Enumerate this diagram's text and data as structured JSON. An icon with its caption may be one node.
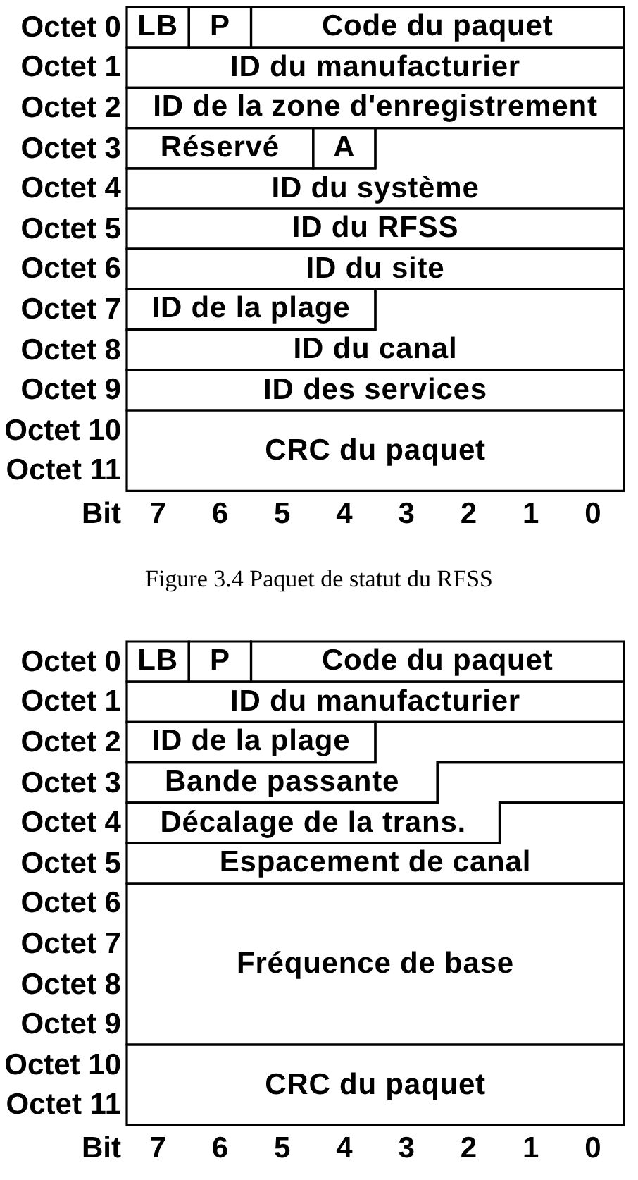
{
  "diagram": {
    "caption": "Figure 3.4 Paquet de statut du RFSS",
    "nodes": [
      {
        "text": [
          "LB"
        ]
      },
      {
        "text": [
          "P"
        ]
      },
      {
        "text": [
          "Code du paquet"
        ]
      },
      {
        "text": [
          "ID du manufacturier"
        ]
      },
      {
        "text": [
          "ID de la zone d'enregistrement"
        ]
      },
      {
        "text": [
          "Réservé"
        ]
      },
      {
        "text": [
          "A"
        ]
      },
      {
        "text": [
          "ID du système"
        ]
      },
      {
        "text": [
          "ID du RFSS"
        ]
      },
      {
        "text": [
          "ID du site"
        ]
      },
      {
        "text": [
          "ID de la plage"
        ]
      },
      {
        "text": [
          "ID du canal"
        ]
      },
      {
        "text": [
          "ID des services"
        ]
      },
      {
        "text": [
          "CRC du paquet"
        ]
      },
      {
        "text": [
          "LB"
        ]
      },
      {
        "text": [
          "P"
        ]
      },
      {
        "text": [
          "Code du paquet"
        ]
      },
      {
        "text": [
          "ID du manufacturier"
        ]
      },
      {
        "text": [
          "ID de la plage"
        ]
      },
      {
        "text": [
          "Bande passante"
        ]
      },
      {
        "text": [
          "Décalage de la trans."
        ]
      },
      {
        "text": [
          "Espacement de canal"
        ]
      },
      {
        "text": [
          "Fréquence de base"
        ]
      },
      {
        "text": [
          "CRC du paquet"
        ]
      }
    ],
    "labels": [
      "Octet 0",
      "Octet 1",
      "Octet 2",
      "Octet 3",
      "Octet 4",
      "Octet 5",
      "Octet 6",
      "Octet 7",
      "Octet 8",
      "Octet 9",
      "Octet 10",
      "Octet 11",
      "Bit",
      "7",
      "6",
      "5",
      "4",
      "3",
      "2",
      "1",
      "0",
      "Octet 0",
      "Octet 1",
      "Octet 2",
      "Octet 3",
      "Octet 4",
      "Octet 5",
      "Octet 6",
      "Octet 7",
      "Octet 8",
      "Octet 9",
      "Octet 10",
      "Octet 11",
      "Bit",
      "7",
      "6",
      "5",
      "4",
      "3",
      "2",
      "1",
      "0"
    ]
  }
}
